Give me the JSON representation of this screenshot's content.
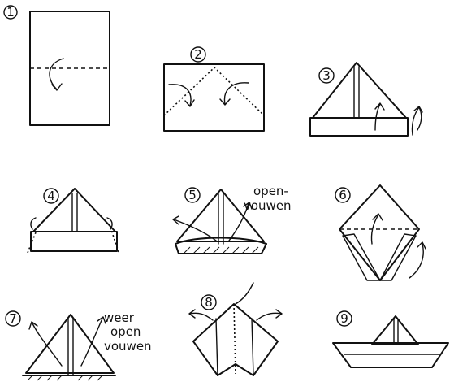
{
  "steps": [
    {
      "number": "1"
    },
    {
      "number": "2"
    },
    {
      "number": "3"
    },
    {
      "number": "4"
    },
    {
      "number": "5",
      "note": [
        "open-",
        "vouwen"
      ]
    },
    {
      "number": "6"
    },
    {
      "number": "7",
      "note": [
        "weer",
        "open",
        "vouwen"
      ]
    },
    {
      "number": "8"
    },
    {
      "number": "9"
    }
  ]
}
